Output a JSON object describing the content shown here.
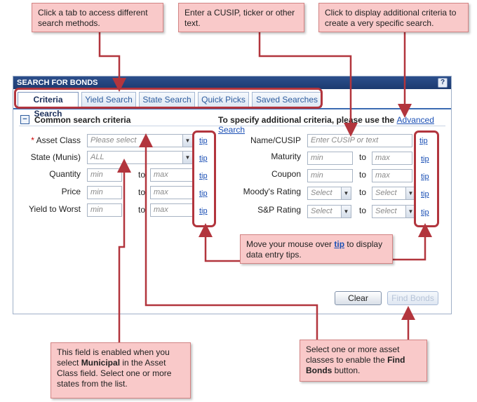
{
  "panel": {
    "title": "SEARCH FOR BONDS",
    "help_icon": "?",
    "tabs": [
      "Criteria Search",
      "Yield Search",
      "State Search",
      "Quick Picks",
      "Saved Searches"
    ],
    "section_title": "Common search criteria",
    "collapse_icon": "−",
    "advanced_prefix": "To specify additional criteria, please use the ",
    "advanced_link": "Advanced Search",
    "left_fields": {
      "asset_class_label": "Asset Class",
      "asset_class_required": "*",
      "asset_class_value": "Please select",
      "state_label": "State (Munis)",
      "state_value": "ALL",
      "quantity_label": "Quantity",
      "price_label": "Price",
      "yield_label": "Yield to Worst",
      "min_placeholder": "min",
      "max_placeholder": "max",
      "to": "to"
    },
    "right_fields": {
      "name_label": "Name/CUSIP",
      "name_placeholder": "Enter CUSIP or text",
      "maturity_label": "Maturity",
      "coupon_label": "Coupon",
      "moodys_label": "Moody's Rating",
      "sp_label": "S&P Rating",
      "select_placeholder": "Select"
    },
    "tip_label": "tip",
    "clear_button": "Clear",
    "find_button": "Find Bonds"
  },
  "callouts": {
    "tabs": "Click a tab to access different search methods.",
    "cusip": "Enter a CUSIP, ticker or other text.",
    "advanced": "Click to display additional criteria to create a very specific search.",
    "tip_prefix": "Move your mouse over ",
    "tip_word": "tip",
    "tip_suffix": " to display data entry tips.",
    "state_part1": "This field is enabled when you select ",
    "state_bold": "Municipal",
    "state_part2": " in the Asset Class field. Select one or more states from the list.",
    "find_part1": "Select one or more asset classes to enable the ",
    "find_bold": "Find Bonds",
    "find_part2": " button."
  },
  "colors": {
    "header": "#1c3a70",
    "callout_fill": "#f9c9c9",
    "highlight": "#b2353d",
    "link": "#1a4fb5"
  }
}
